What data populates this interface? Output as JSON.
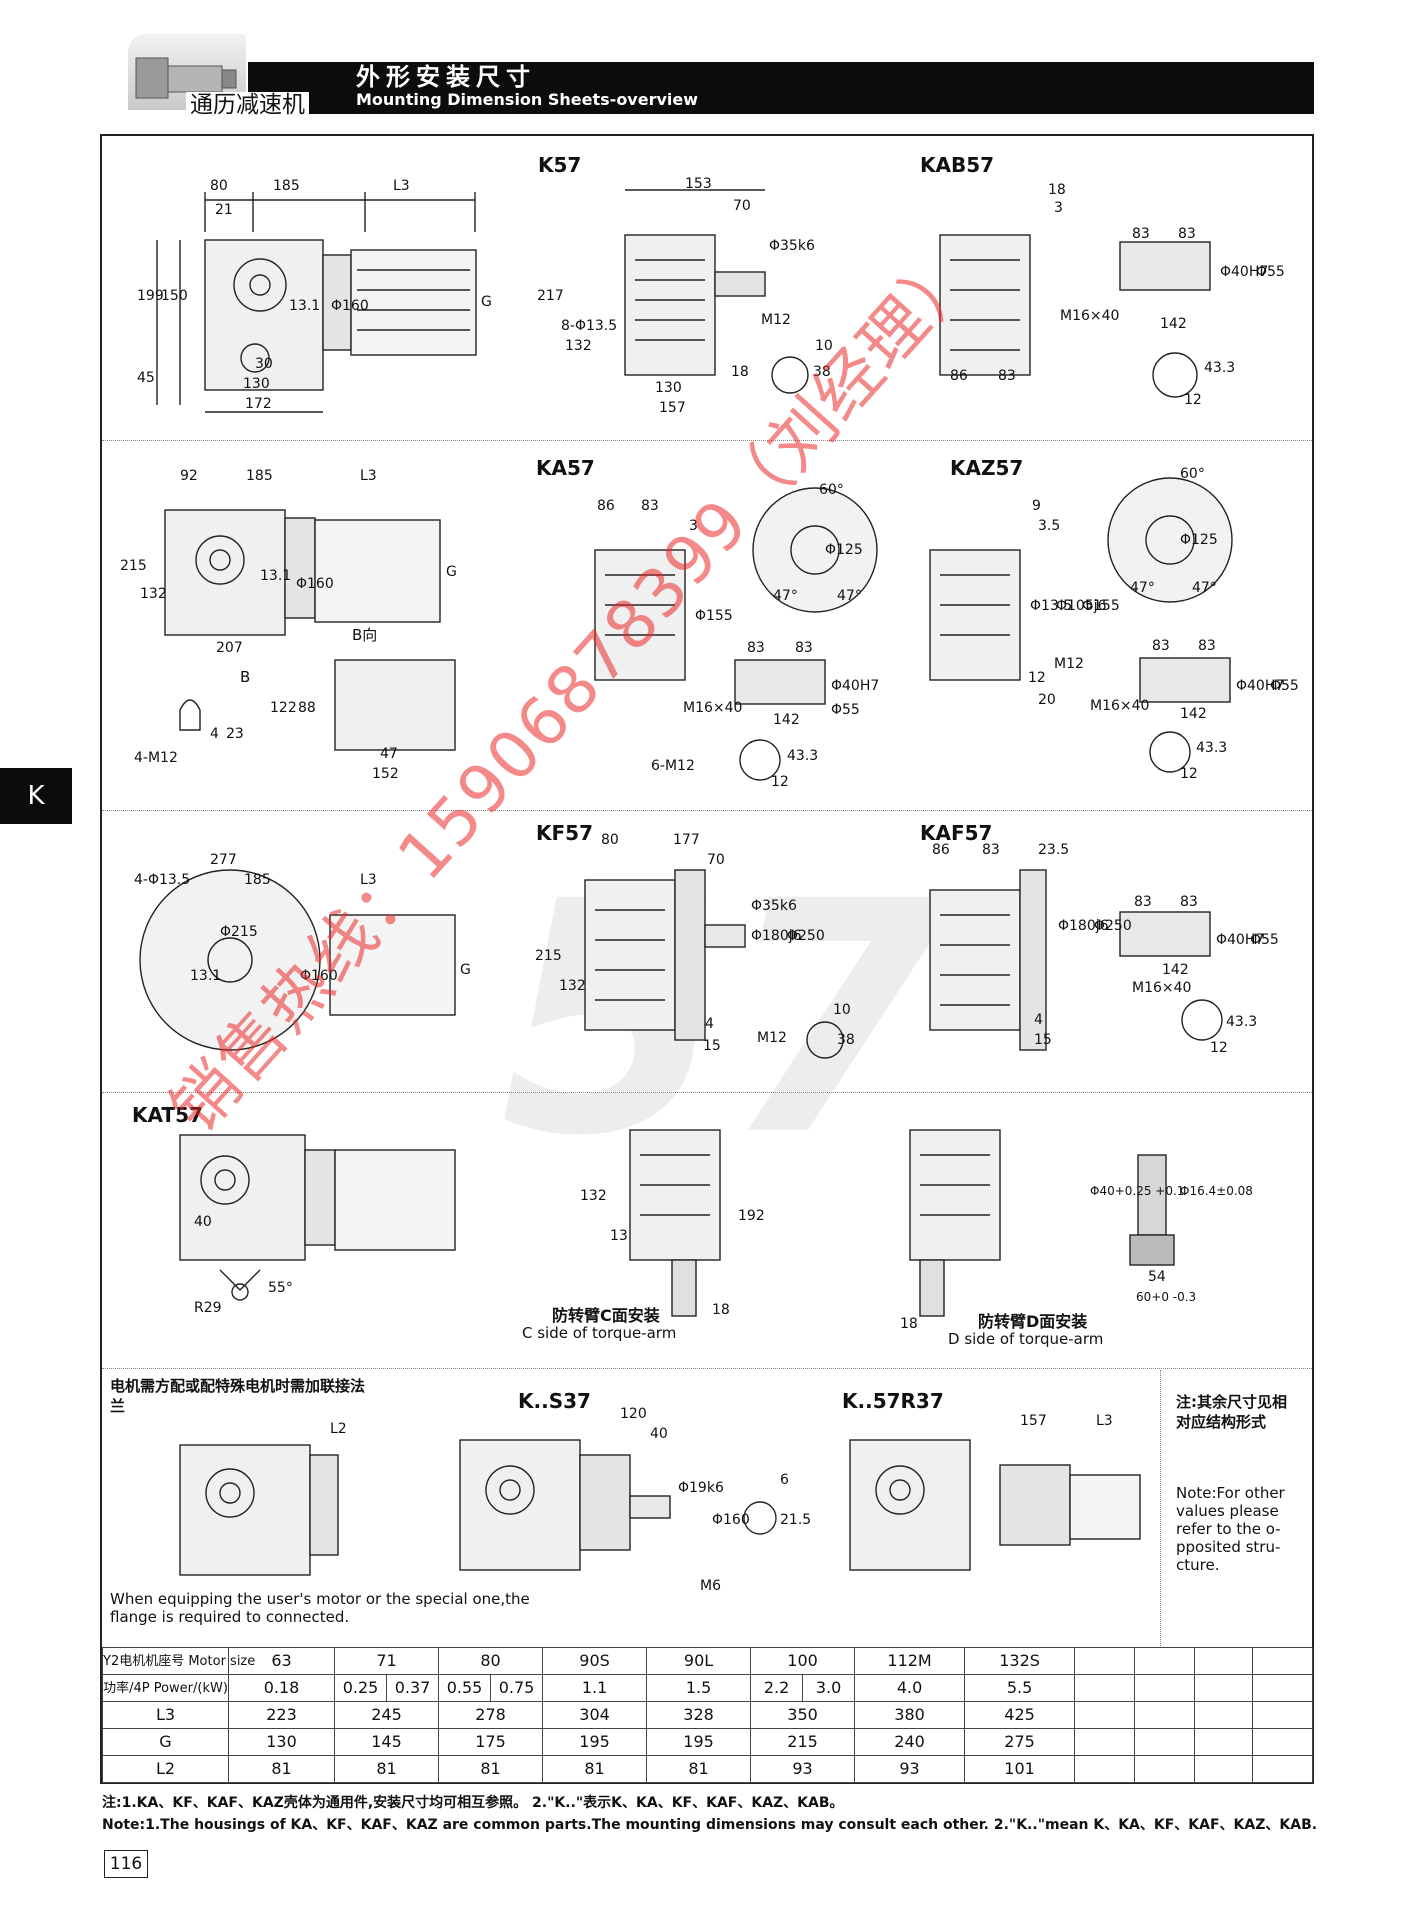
{
  "header": {
    "company": "通历减速机",
    "title_cn": "外形安装尺寸",
    "title_en": "Mounting Dimension Sheets-overview"
  },
  "side_tab": "K",
  "watermarks": {
    "hotline": "销售热线：15906878399（刘经理）",
    "big_number": "57"
  },
  "sections": {
    "k57": "K57",
    "kab57": "KAB57",
    "ka57": "KA57",
    "kaz57": "KAZ57",
    "kf57": "KF57",
    "kaf57": "KAF57",
    "kat57": "KAT57",
    "ks37": "K..S37",
    "k57r37": "K..57R37",
    "b_view": "B向",
    "b_label": "B"
  },
  "torque_arm": {
    "c_cn": "防转臂C面安装",
    "c_en": "C side of torque-arm",
    "d_cn": "防转臂D面安装",
    "d_en": "D side of torque-arm"
  },
  "motor_note": {
    "cn": "电机需方配或配特殊电机时需加联接法兰",
    "en": "When equipping the user's motor or the special one,the flange is required to connected."
  },
  "side_note": {
    "cn": "注:其余尺寸见相对应结构形式",
    "en": "Note:For other values please refer to the o-pposited stru-cture."
  },
  "dims": {
    "k57": [
      "80",
      "185",
      "L3",
      "21",
      "199",
      "150",
      "13.1",
      "Φ160",
      "G",
      "45",
      "30",
      "130",
      "172"
    ],
    "k57_front": [
      "153",
      "70",
      "Φ35k6",
      "217",
      "8-Φ13.5",
      "132",
      "M12",
      "18",
      "130",
      "157",
      "10",
      "38"
    ],
    "kab57": [
      "18",
      "3",
      "83",
      "83",
      "M16×40",
      "142",
      "Φ40H7",
      "Φ55",
      "86",
      "83",
      "43.3",
      "12"
    ],
    "ka57": [
      "92",
      "185",
      "L3",
      "215",
      "132",
      "13.1",
      "Φ160",
      "G",
      "207",
      "122",
      "88",
      "47",
      "152",
      "4-M12",
      "4",
      "23"
    ],
    "ka57_front": [
      "86",
      "83",
      "3",
      "Φ155",
      "83",
      "83",
      "M16×40",
      "142",
      "Φ40H7",
      "Φ55",
      "6-M12",
      "43.3",
      "12"
    ],
    "ka57_flange": [
      "60°",
      "Φ125",
      "47°",
      "47°"
    ],
    "kaz57": [
      "60°",
      "Φ125",
      "47°",
      "47°",
      "9",
      "3.5",
      "Φ13.5",
      "Φ105j6",
      "Φ155",
      "M12",
      "12",
      "20",
      "83",
      "83",
      "M16×40",
      "142",
      "Φ40H7",
      "Φ55",
      "43.3",
      "12"
    ],
    "kf57": [
      "4-Φ13.5",
      "277",
      "185",
      "L3",
      "Φ215",
      "13.1",
      "Φ160",
      "G"
    ],
    "kf57_front": [
      "80",
      "177",
      "70",
      "Φ35k6",
      "Φ180j6",
      "Φ250",
      "215",
      "132",
      "4",
      "15",
      "M12",
      "10",
      "38"
    ],
    "kaf57": [
      "86",
      "83",
      "23.5",
      "Φ180j6",
      "Φ250",
      "4",
      "15",
      "83",
      "83",
      "142",
      "Φ40H7",
      "Φ55",
      "M16×40",
      "43.3",
      "12"
    ],
    "kat57": [
      "40",
      "R29",
      "55°"
    ],
    "kat57_c": [
      "132",
      "13",
      "192",
      "18"
    ],
    "kat57_d": [
      "18"
    ],
    "kat57_detail": [
      "Φ40+0.25 +0.1",
      "Φ16.4±0.08",
      "54",
      "60+0 -0.3"
    ],
    "motor_flange": [
      "L2"
    ],
    "ks37": [
      "120",
      "40",
      "Φ19k6",
      "Φ160",
      "M6",
      "6",
      "21.5"
    ],
    "k57r37": [
      "157",
      "L3"
    ]
  },
  "table": {
    "row_headers": {
      "motor_size": "Y2电机机座号 Motor size",
      "power": "功率/4P Power/(kW)",
      "l3": "L3",
      "g": "G",
      "l2": "L2"
    },
    "motor_sizes": [
      "63",
      "71",
      "80",
      "90S",
      "90L",
      "100",
      "112M",
      "132S"
    ],
    "power": [
      "0.18",
      "0.25",
      "0.37",
      "0.55",
      "0.75",
      "1.1",
      "1.5",
      "2.2",
      "3.0",
      "4.0",
      "5.5"
    ],
    "L3": [
      "223",
      "245",
      "278",
      "304",
      "328",
      "350",
      "380",
      "425"
    ],
    "G": [
      "130",
      "145",
      "175",
      "195",
      "195",
      "215",
      "240",
      "275"
    ],
    "L2": [
      "81",
      "81",
      "81",
      "81",
      "81",
      "93",
      "93",
      "101"
    ]
  },
  "footnotes": {
    "cn": "注:1.KA、KF、KAF、KAZ壳体为通用件,安装尺寸均可相互参照。 2.\"K..\"表示K、KA、KF、KAF、KAZ、KAB。",
    "en": "Note:1.The housings of KA、KF、KAF、KAZ are common parts.The mounting dimensions may consult each other. 2.\"K..\"mean K、KA、KF、KAF、KAZ、KAB."
  },
  "page_number": "116"
}
